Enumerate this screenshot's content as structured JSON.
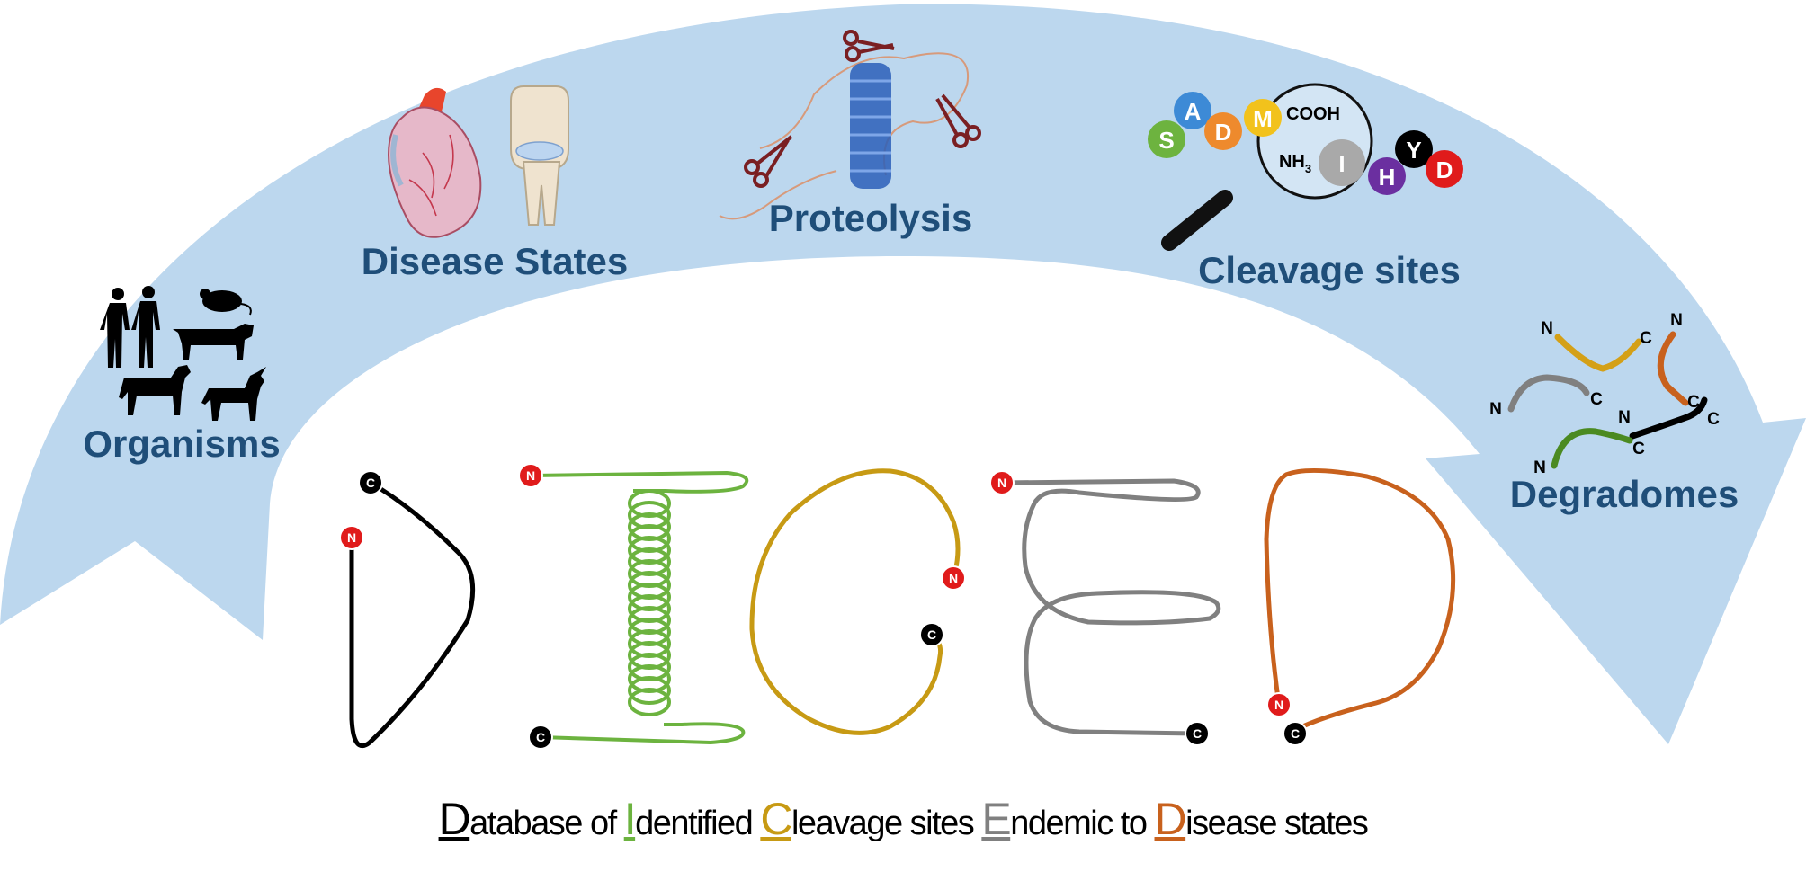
{
  "colors": {
    "arrow": "#bcd7ee",
    "label": "#1f4e79",
    "black": "#000000",
    "green": "#6cb33f",
    "gold": "#c79a14",
    "gray": "#808080",
    "orange": "#c8611d",
    "terminus_n": "#e01b1b",
    "terminus_c": "#000000"
  },
  "stages": {
    "organisms": "Organisms",
    "disease_states": "Disease States",
    "proteolysis": "Proteolysis",
    "cleavage_sites": "Cleavage sites",
    "degradomes": "Degradomes"
  },
  "termini": {
    "n": "N",
    "c": "C"
  },
  "cleavage": {
    "cooh": "COOH",
    "nh3": "NH",
    "nh3_sub": "3",
    "residues": [
      "S",
      "A",
      "D",
      "M",
      "I",
      "H",
      "Y",
      "D"
    ]
  },
  "acronym": {
    "words": [
      {
        "initial": "D",
        "rest": "atabase of "
      },
      {
        "initial": "I",
        "rest": "dentified "
      },
      {
        "initial": "C",
        "rest": "leavage sites "
      },
      {
        "initial": "E",
        "rest": "ndemic to "
      },
      {
        "initial": "D",
        "rest": "isease states"
      }
    ]
  }
}
